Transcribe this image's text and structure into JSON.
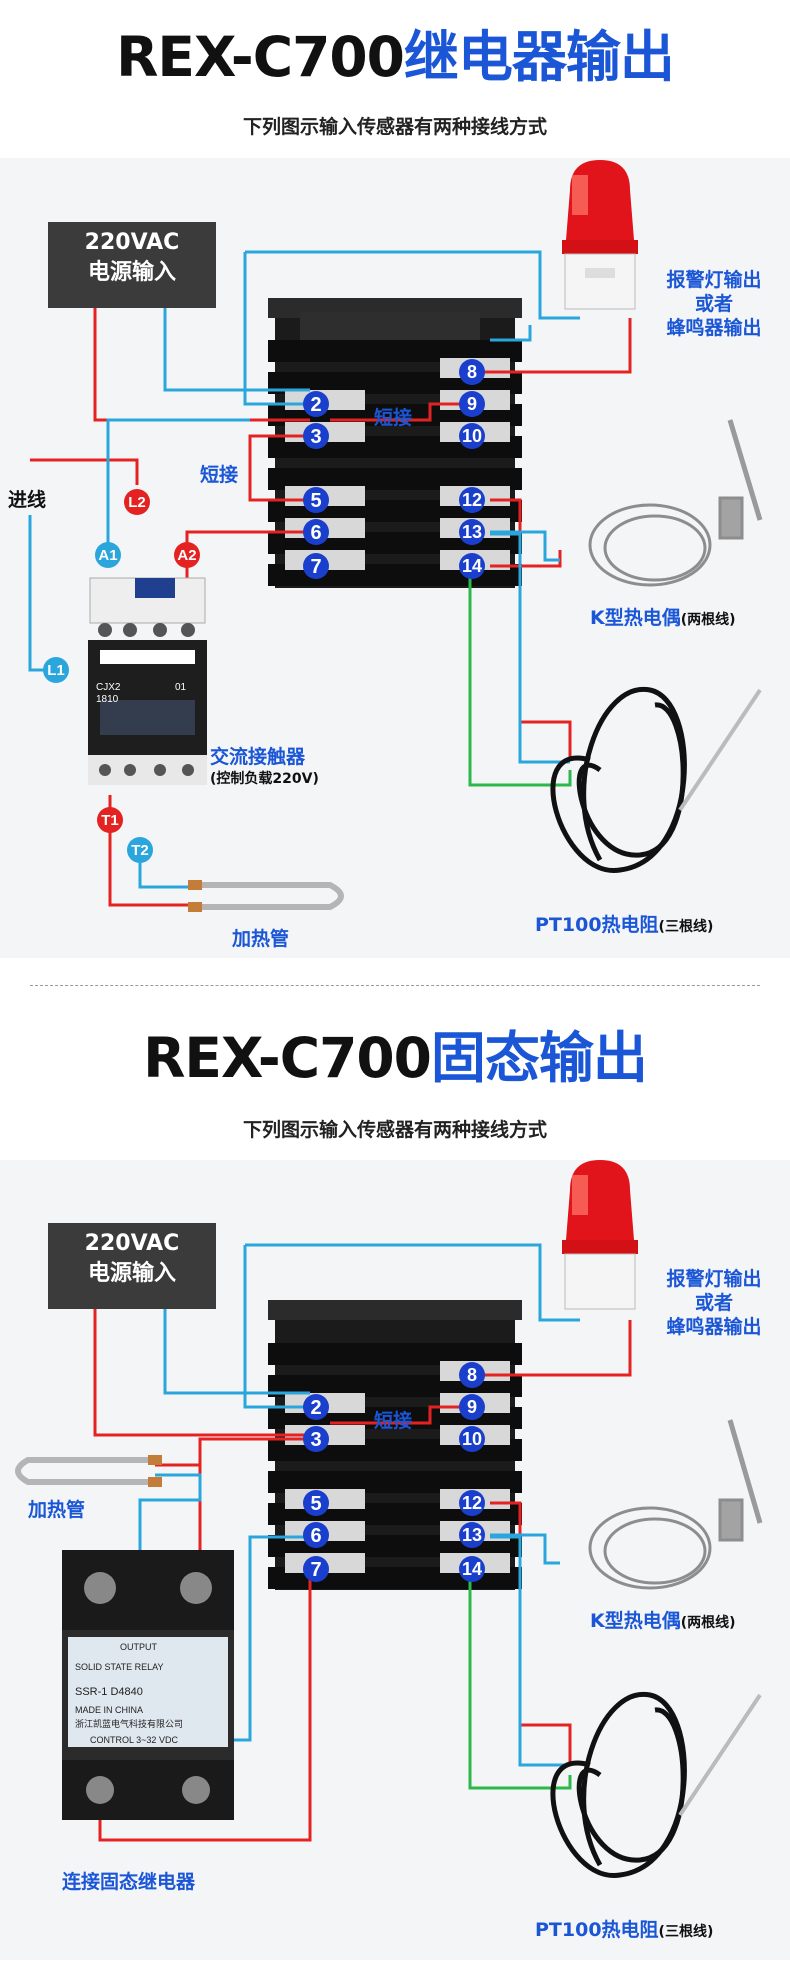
{
  "colors": {
    "blue": "#1a56d6",
    "red": "#e52222",
    "wire_blue": "#2aa6dd",
    "wire_green": "#2cb84a",
    "dark": "#3b3b3b"
  },
  "section1": {
    "title_black": "REX-C700",
    "title_blue": "继电器输出",
    "subtitle": "下列图示输入传感器有两种接线方式",
    "power_line1": "220VAC",
    "power_line2": "电源输入",
    "alarm": [
      "报警灯输出",
      "或者",
      "蜂鸣器输出"
    ],
    "short1": "短接",
    "short2": "短接",
    "incoming": "进线",
    "thermocouple": "K型热电偶",
    "thermocouple_note": "(两根线)",
    "contactor": "交流接触器",
    "contactor_note": "(控制负载220V)",
    "heater": "加热管",
    "pt100": "PT100热电阻",
    "pt100_note": "(三根线)",
    "terminals_left": [
      "2",
      "3",
      "5",
      "6",
      "7"
    ],
    "terminals_right": [
      "8",
      "9",
      "10",
      "12",
      "13",
      "14"
    ],
    "contactor_badges": {
      "l1": "L1",
      "l2": "L2",
      "a1": "A1",
      "a2": "A2",
      "t1": "T1",
      "t2": "T2"
    },
    "contactor_text": [
      "CJX2",
      "1810",
      "01"
    ]
  },
  "section2": {
    "title_black": "REX-C700",
    "title_blue": "固态输出",
    "subtitle": "下列图示输入传感器有两种接线方式",
    "power_line1": "220VAC",
    "power_line2": "电源输入",
    "alarm": [
      "报警灯输出",
      "或者",
      "蜂鸣器输出"
    ],
    "short1": "短接",
    "heater": "加热管",
    "thermocouple": "K型热电偶",
    "thermocouple_note": "(两根线)",
    "ssr": "连接固态继电器",
    "pt100": "PT100热电阻",
    "pt100_note": "(三根线)",
    "terminals_left": [
      "2",
      "3",
      "5",
      "6",
      "7"
    ],
    "terminals_right": [
      "8",
      "9",
      "10",
      "12",
      "13",
      "14"
    ],
    "ssr_text": [
      "OUTPUT",
      "SOLID STATE RELAY",
      "SSR-1 D4840",
      "MADE IN CHINA",
      "浙江凯蓝电气科技有限公司",
      "CONTROL 3~32 VDC"
    ]
  }
}
